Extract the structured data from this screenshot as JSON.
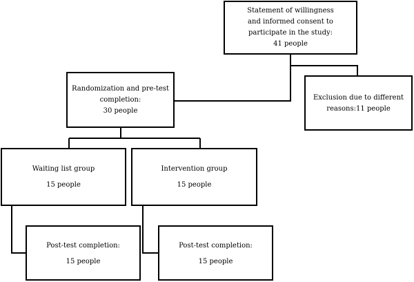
{
  "consent": {
    "lines": [
      "Statement of willingness",
      "and informed consent to",
      "participate in the study:"
    ],
    "count": "41 people"
  },
  "randomization": {
    "lines": [
      "Randomization and pre-test",
      "completion:"
    ],
    "count": "30 people"
  },
  "exclusion": {
    "lines": [
      "Exclusion due to different",
      "reasons:11 people"
    ]
  },
  "waiting": {
    "label": "Waiting list group",
    "count": "15 people"
  },
  "intervention": {
    "label": "Intervention group",
    "count": "15 people"
  },
  "post_waiting": {
    "label": "Post-test completion:",
    "count": "15 people"
  },
  "post_intervention": {
    "label": "Post-test completion:",
    "count": "15 people"
  }
}
